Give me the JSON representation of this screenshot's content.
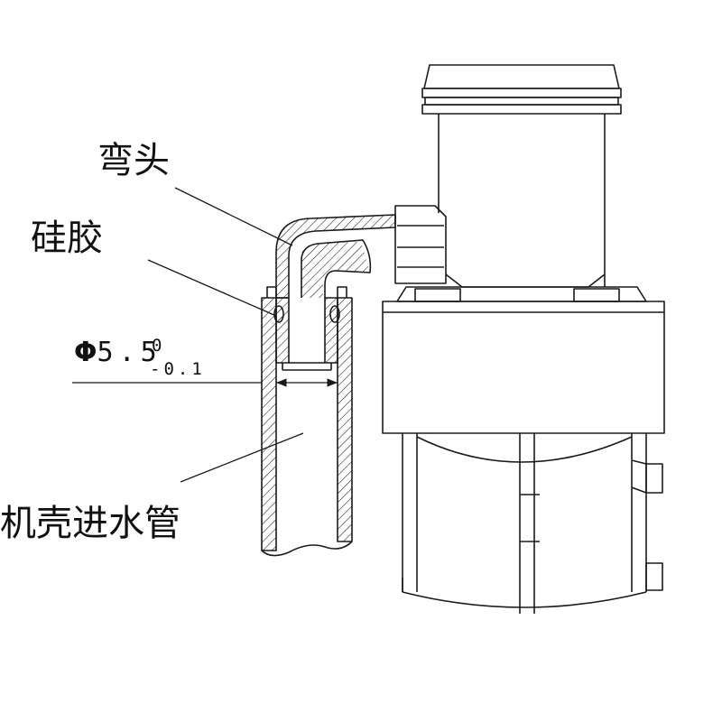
{
  "diagram": {
    "labels": {
      "elbow": "弯头",
      "silicone": "硅胶",
      "inlet_pipe": "机壳进水管"
    },
    "dimension": {
      "symbol": "Φ",
      "value": "5.5",
      "upper_tolerance": "0",
      "lower_tolerance": "-0.1"
    },
    "colors": {
      "line": "#1a1a1a",
      "background": "#ffffff"
    }
  }
}
